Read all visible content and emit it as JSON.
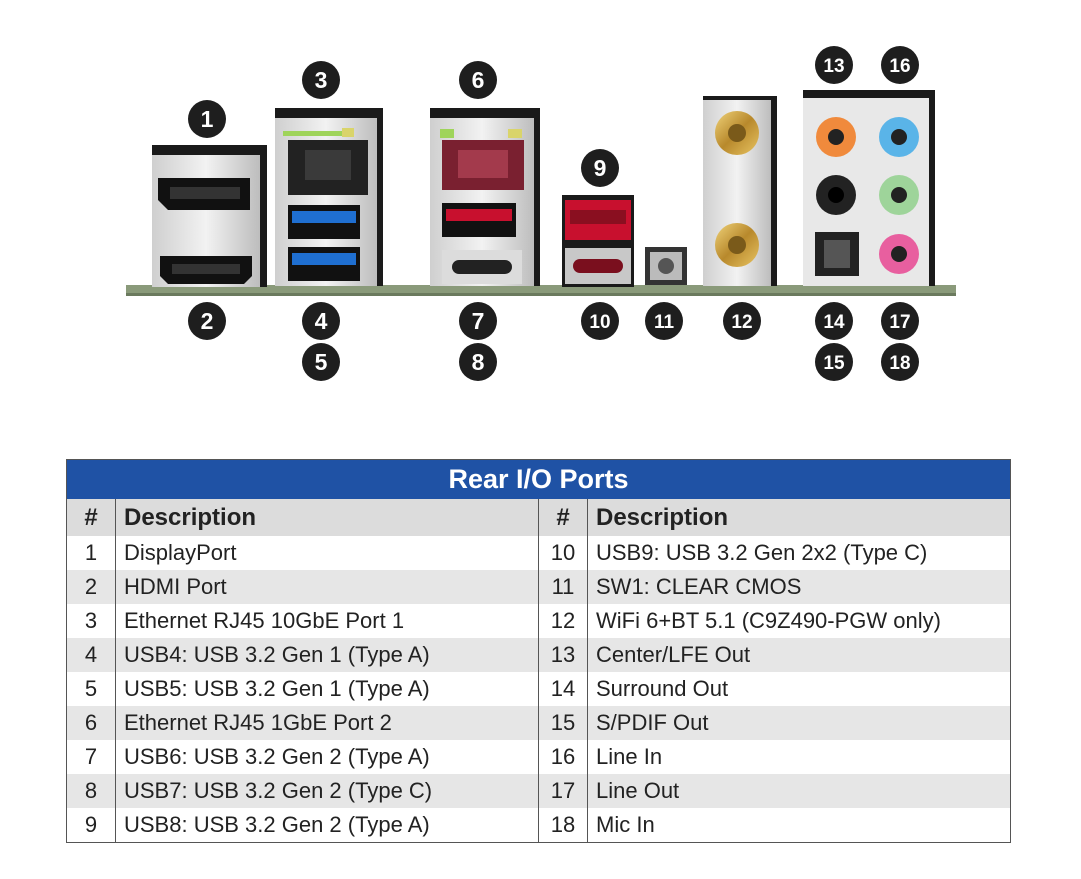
{
  "callouts": [
    "1",
    "2",
    "3",
    "4",
    "5",
    "6",
    "7",
    "8",
    "9",
    "10",
    "11",
    "12",
    "13",
    "14",
    "15",
    "16",
    "17",
    "18"
  ],
  "table": {
    "title": "Rear I/O Ports",
    "headers": {
      "num": "#",
      "desc": "Description"
    },
    "rows": [
      {
        "left_num": "1",
        "left_desc": "DisplayPort",
        "right_num": "10",
        "right_desc": "USB9: USB 3.2 Gen 2x2 (Type C)"
      },
      {
        "left_num": "2",
        "left_desc": "HDMI Port",
        "right_num": "11",
        "right_desc": "SW1: CLEAR CMOS"
      },
      {
        "left_num": "3",
        "left_desc": "Ethernet RJ45 10GbE Port 1",
        "right_num": "12",
        "right_desc": "WiFi 6+BT 5.1 (C9Z490-PGW only)"
      },
      {
        "left_num": "4",
        "left_desc": "USB4: USB 3.2 Gen 1 (Type A)",
        "right_num": "13",
        "right_desc": "Center/LFE Out"
      },
      {
        "left_num": "5",
        "left_desc": "USB5: USB 3.2 Gen 1 (Type A)",
        "right_num": "14",
        "right_desc": "Surround Out"
      },
      {
        "left_num": "6",
        "left_desc": "Ethernet RJ45 1GbE Port 2",
        "right_num": "15",
        "right_desc": "S/PDIF Out"
      },
      {
        "left_num": "7",
        "left_desc": "USB6: USB 3.2 Gen 2 (Type A)",
        "right_num": "16",
        "right_desc": "Line In"
      },
      {
        "left_num": "8",
        "left_desc": "USB7: USB 3.2 Gen 2 (Type C)",
        "right_num": "17",
        "right_desc": "Line Out"
      },
      {
        "left_num": "9",
        "left_desc": "USB8: USB 3.2 Gen 2 (Type A)",
        "right_num": "18",
        "right_desc": "Mic In"
      }
    ]
  },
  "colors": {
    "title_bg": "#1f52a5",
    "header_bg": "#dcdcdc",
    "shade_bg": "#e6e6e6",
    "callout_bg": "#1e1e1e",
    "usb_blue": "#1f6fd1",
    "usb_red": "#c8102e",
    "audio_orange": "#f08a3c",
    "audio_blue": "#5ab4e8",
    "audio_black": "#222222",
    "audio_green": "#9ed49a",
    "audio_pink": "#e85f9f",
    "gold": "#c9a243"
  },
  "icons": [
    "displayport-icon",
    "hdmi-icon",
    "rj45-icon",
    "usb-a-icon",
    "usb-c-icon",
    "clear-cmos-button-icon",
    "wifi-antenna-icon",
    "audio-jack-icon",
    "spdif-icon"
  ]
}
